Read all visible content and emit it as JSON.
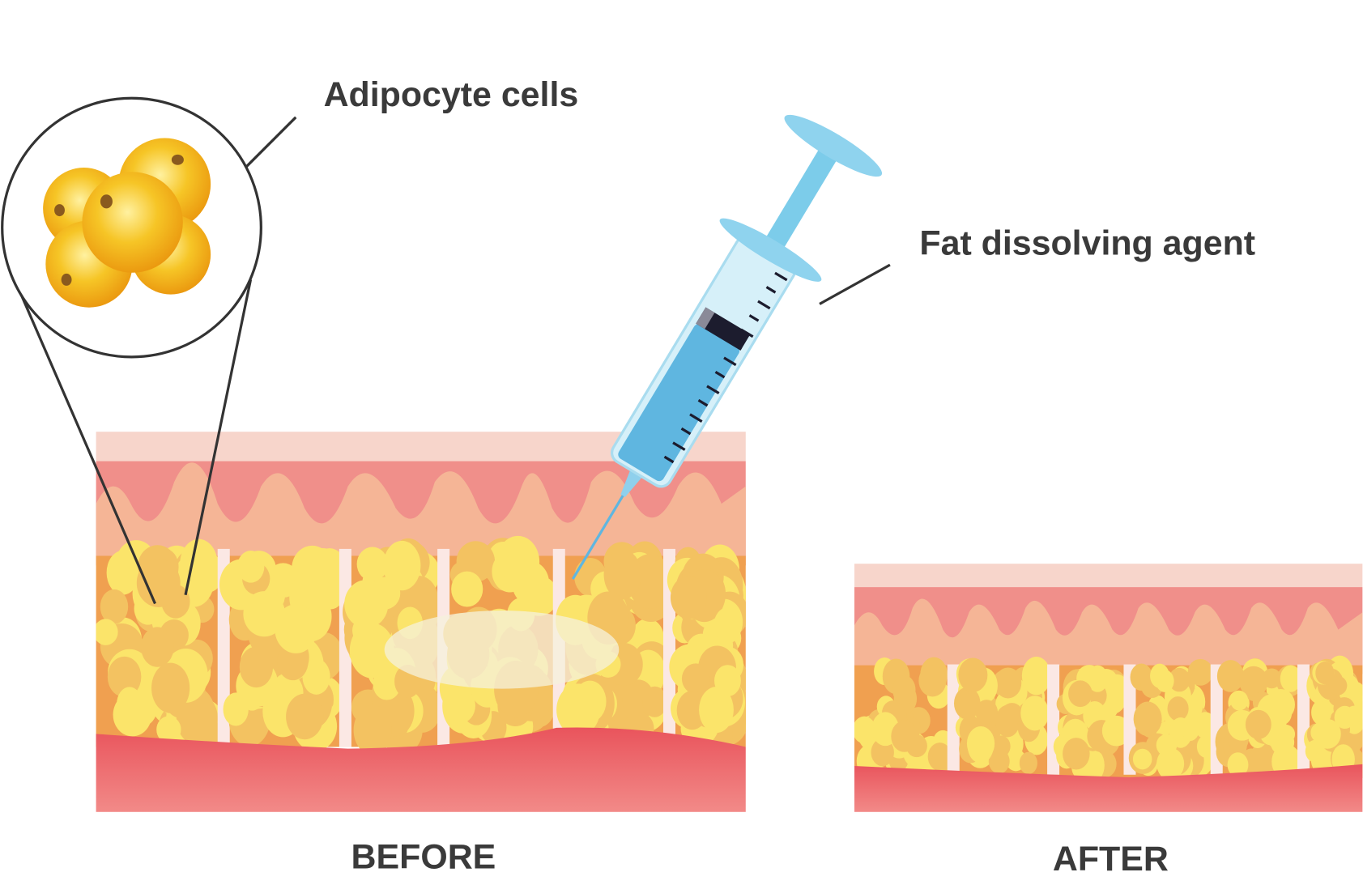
{
  "labels": {
    "adipocyte": "Adipocyte cells",
    "agent": "Fat dissolving agent",
    "before": "BEFORE",
    "after": "AFTER"
  },
  "colors": {
    "epidermis": "#f7d5cb",
    "dermis": "#f08f8a",
    "dermis_light": "#f5b596",
    "fat_bg": "#f0a050",
    "fat_yellow": "#fbe46a",
    "fat_orange": "#f3c261",
    "septa": "#fbe8e4",
    "muscle": "#ee7478",
    "syringe_blue": "#5fb6e0",
    "syringe_light": "#bfe8f6",
    "text": "#3a3a3a"
  }
}
